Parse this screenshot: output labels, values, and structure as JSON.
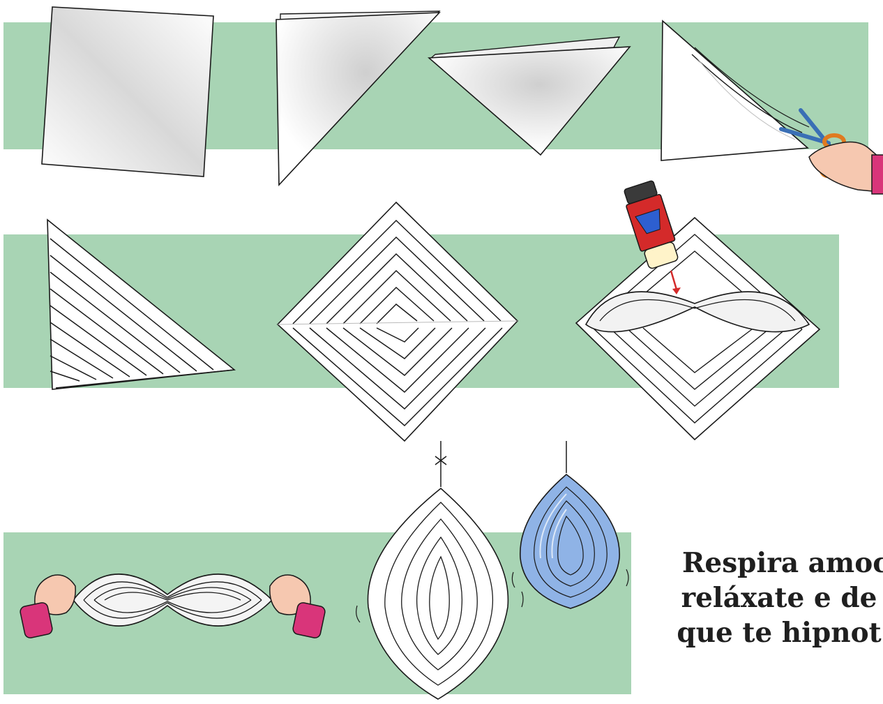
{
  "caption": {
    "lines": [
      "Respira amoc",
      "reláxate e de",
      "que te hipnot"
    ]
  },
  "colors": {
    "band_green": "#a8d4b4",
    "paper": "#ffffff",
    "outline": "#1a1a1a",
    "blue_spiral": "#8fb3e6",
    "scissors": "#e07a20",
    "glue_red": "#d42a2a",
    "glue_blue": "#2d5fd0",
    "sleeve_pink": "#d9357a",
    "skin": "#f6c8b0"
  },
  "steps": [
    "square-paper",
    "folded-triangle",
    "folded-again-triangle",
    "cut-strips-with-scissors",
    "cut-triangle",
    "unfolded-diamond",
    "glue-strips",
    "pull-ends-together",
    "hanging-white-spiral",
    "hanging-blue-spiral"
  ]
}
